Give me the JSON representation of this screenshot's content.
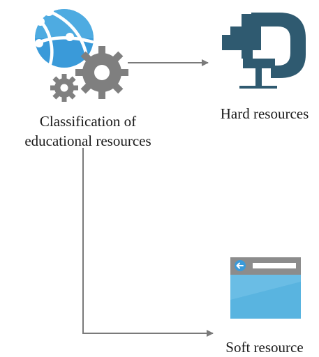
{
  "diagram": {
    "nodes": {
      "root": {
        "line1": "Classification of",
        "line2": "educational resources",
        "icon": "globe-with-gears-icon"
      },
      "hard": {
        "label": "Hard resources",
        "icon": "c-clamp-icon"
      },
      "soft": {
        "label": "Soft resource",
        "icon": "browser-window-icon"
      }
    },
    "edges": [
      {
        "from": "root",
        "to": "hard"
      },
      {
        "from": "root",
        "to": "soft"
      }
    ],
    "colors": {
      "globe_blue": "#3a9ad9",
      "gear_gray": "#7f7f7f",
      "clamp_dark": "#2f5a70",
      "window_light": "#59b4e0",
      "window_titlebar": "#8c8c8c",
      "connector": "#7a7a7a",
      "text": "#1a1a1a"
    }
  }
}
